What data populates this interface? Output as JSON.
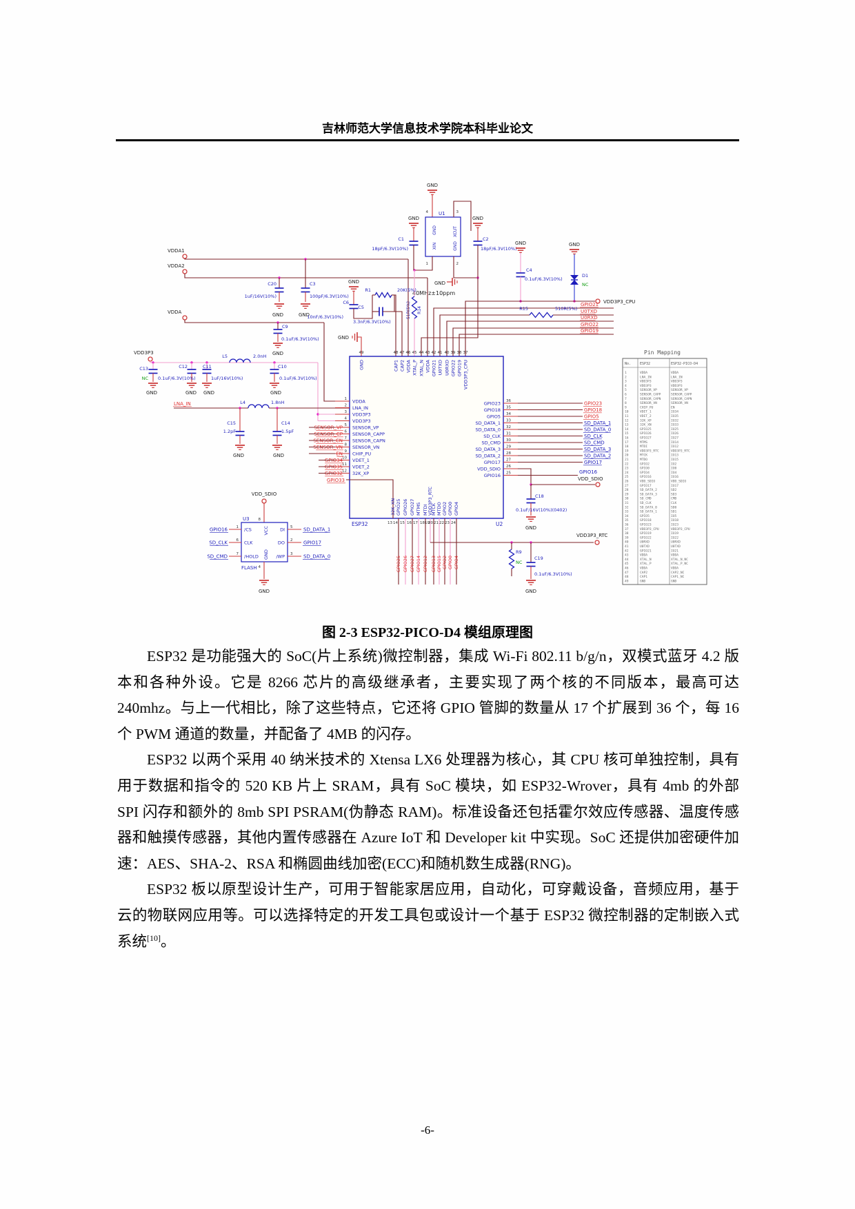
{
  "page": {
    "header_title": "吉林师范大学信息技术学院本科毕业论文",
    "page_number": "-6-"
  },
  "figure": {
    "caption": "图 2-3 ESP32-PICO-D4 模组原理图"
  },
  "paragraphs": [
    {
      "text": "ESP32 是功能强大的 SoC(片上系统)微控制器，集成 Wi-Fi 802.11 b/g/n，双模式蓝牙 4.2 版本和各种外设。它是 8266 芯片的高级继承者，主要实现了两个核的不同版本，最高可达 240mhz。与上一代相比，除了这些特点，它还将 GPIO 管脚的数量从 17 个扩展到 36 个，每 16 个 PWM 通道的数量，并配备了 4MB 的闪存。"
    },
    {
      "text": "ESP32 以两个采用 40 纳米技术的 Xtensa LX6 处理器为核心，其 CPU 核可单独控制，具有用于数据和指令的 520 KB 片上 SRAM，具有 SoC 模块，如 ESP32-Wrover，具有 4mb 的外部 SPI 闪存和额外的 8mb SPI PSRAM(伪静态 RAM)。标准设备还包括霍尔效应传感器、温度传感器和触摸传感器，其他内置传感器在 Azure IoT 和 Developer kit 中实现。SoC 还提供加密硬件加速：AES、SHA-2、RSA 和椭圆曲线加密(ECC)和随机数生成器(RNG)。"
    },
    {
      "text": "ESP32 板以原型设计生产，可用于智能家居应用，自动化，可穿戴设备，音频应用，基于云的物联网应用等。可以选择特定的开发工具包或设计一个基于 ESP32 微控制器的定制嵌入式系统",
      "ref": "[10]",
      "tail": "。"
    }
  ],
  "colors": {
    "wire": "#7d2228",
    "pink": "#f2a0ce",
    "stub": "#cc3a3a",
    "blue": "#1d1dbb",
    "red": "#e03030",
    "green": "#0d9b0d",
    "magenta": "#e520c8",
    "black": "#1d1d1d",
    "table": "#6a6a6a",
    "chip_fill": "#fffef9"
  },
  "schematic": {
    "gnd_label": "GND",
    "ports": [
      "VDDA1",
      "VDDA2",
      "VDDA",
      "VDD3P3",
      "VDD3P3_CPU",
      "VDD_SDIO",
      "VDD_SDIO",
      "VDD3P3_RTC"
    ],
    "net_lna": "LNA_IN",
    "bus_labels": [
      "GPIO21",
      "U0TXD",
      "U0RXD",
      "GPIO22",
      "GPIO19"
    ],
    "right_labels": [
      "GPIO23",
      "GPIO18",
      "GPIO5",
      "SD_DATA_1",
      "SD_DATA_0",
      "SD_CLK",
      "SD_CMD",
      "SD_DATA_3",
      "SD_DATA_2",
      "GPIO17",
      "GPIO16",
      "VDD_SDIO"
    ],
    "left_labels": [
      "SENSOR_VP",
      "SENSOR_CP",
      "SENSOR_CN",
      "SENSOR_VN",
      "EN",
      "GPIO34",
      "GPIO35",
      "GPIO32",
      "GPIO33"
    ],
    "bottom_labels": [
      "GPIO25",
      "GPIO26",
      "GPIO27",
      "GPIO14",
      "GPIO12",
      "GPIO13",
      "GPIO15",
      "GPIO2",
      "GPIO0",
      "GPIO4"
    ],
    "crystal": {
      "ref": "U1",
      "freq": "40MHz±10ppm",
      "pins": [
        {
          "n": 1,
          "name": "XIN"
        },
        {
          "n": 2,
          "name": "GND"
        },
        {
          "n": 3,
          "name": "XCUT"
        },
        {
          "n": 4,
          "name": "GND"
        }
      ]
    },
    "chip": {
      "ref": "U2",
      "name": "ESP32",
      "left_pins": [
        {
          "n": 1,
          "name": "VDDA"
        },
        {
          "n": 2,
          "name": "LNA_IN"
        },
        {
          "n": 3,
          "name": "VDD3P3"
        },
        {
          "n": 4,
          "name": "VDD3P3"
        },
        {
          "n": 5,
          "name": "SENSOR_VP"
        },
        {
          "n": 6,
          "name": "SENSOR_CAPP"
        },
        {
          "n": 7,
          "name": "SENSOR_CAPN"
        },
        {
          "n": 8,
          "name": "SENSOR_VN"
        },
        {
          "n": 9,
          "name": "CHIP_PU"
        },
        {
          "n": 10,
          "name": "VDET_1"
        },
        {
          "n": 11,
          "name": "VDET_2"
        },
        {
          "n": 12,
          "name": "32K_XP"
        }
      ],
      "top_pins": [
        {
          "n": 49,
          "name": "GND"
        },
        {
          "n": 48,
          "name": "CAP1"
        },
        {
          "n": 47,
          "name": "CAP2"
        },
        {
          "n": 46,
          "name": "VDDA"
        },
        {
          "n": 45,
          "name": "XTAL_P"
        },
        {
          "n": 44,
          "name": "XTAL_N"
        },
        {
          "n": 43,
          "name": "VDDA"
        },
        {
          "n": 42,
          "name": "GPIO21"
        },
        {
          "n": 41,
          "name": "U0TXD"
        },
        {
          "n": 40,
          "name": "U0RXD"
        },
        {
          "n": 39,
          "name": "GPIO22"
        },
        {
          "n": 38,
          "name": "GPIO19"
        },
        {
          "n": 37,
          "name": "VDD3P3_CPU"
        }
      ],
      "right_pins": [
        {
          "n": 36,
          "name": "GPIO23"
        },
        {
          "n": 35,
          "name": "GPIO18"
        },
        {
          "n": 34,
          "name": "GPIO5"
        },
        {
          "n": 33,
          "name": "SD_DATA_1"
        },
        {
          "n": 32,
          "name": "SD_DATA_0"
        },
        {
          "n": 31,
          "name": "SD_CLK"
        },
        {
          "n": 30,
          "name": "SD_CMD"
        },
        {
          "n": 29,
          "name": "SD_DATA_3"
        },
        {
          "n": 28,
          "name": "SD_DATA_2"
        },
        {
          "n": 27,
          "name": "GPIO17"
        },
        {
          "n": 26,
          "name": "VDD_SDIO"
        },
        {
          "n": 25,
          "name": "GPIO16"
        }
      ],
      "bottom_pins": [
        {
          "n": 13,
          "name": "32K_XN"
        },
        {
          "n": 14,
          "name": "GPIO25"
        },
        {
          "n": 15,
          "name": "GPIO26"
        },
        {
          "n": 16,
          "name": "GPIO27"
        },
        {
          "n": 17,
          "name": "MTMS"
        },
        {
          "n": 18,
          "name": "MTDI"
        },
        {
          "n": 19,
          "name": "VDD3P3_RTC"
        },
        {
          "n": 20,
          "name": "MTCK"
        },
        {
          "n": 21,
          "name": "MTDO"
        },
        {
          "n": 22,
          "name": "GPIO2"
        },
        {
          "n": 23,
          "name": "GPIO0"
        },
        {
          "n": 24,
          "name": "GPIO4"
        }
      ]
    },
    "flash": {
      "ref": "U3",
      "name": "FLASH",
      "left": [
        {
          "n": 1,
          "pin": "/CS",
          "net": "GPIO16"
        },
        {
          "n": 6,
          "pin": "CLK",
          "net": "SD_CLK"
        },
        {
          "n": 7,
          "pin": "/HOLD",
          "net": "SD_CMD"
        }
      ],
      "right": [
        {
          "n": 5,
          "pin": "DI",
          "net": "SD_DATA_1"
        },
        {
          "n": 2,
          "pin": "DO",
          "net": "GPIO17"
        },
        {
          "n": 3,
          "pin": "/WP",
          "net": "SD_DATA_0"
        }
      ],
      "top": {
        "n": 8,
        "pin": "VCC"
      },
      "bottom": {
        "n": 4,
        "pin": "GND"
      }
    },
    "components": [
      {
        "ref": "C1",
        "value": "18pF/6.3V(10%)"
      },
      {
        "ref": "C2",
        "value": "18pF/6.3V(10%)"
      },
      {
        "ref": "C4",
        "value": "0.1uF/6.3V(10%)"
      },
      {
        "ref": "C20",
        "value": "1uF/16V(10%)"
      },
      {
        "ref": "C3",
        "value": "100pF/6.3V(10%)"
      },
      {
        "ref": "C6",
        "value": "10nF/6.3V(10%)"
      },
      {
        "ref": "C5",
        "value": "3.3nF/6.3V(10%)"
      },
      {
        "ref": "R1",
        "value": "20K(5%)"
      },
      {
        "ref": "R14",
        "value": "51R(5%)"
      },
      {
        "ref": "R15",
        "value": "510R(5%)"
      },
      {
        "ref": "C9",
        "value": "0.1uF/6.3V(10%)"
      },
      {
        "ref": "C13",
        "value": "0.1uF/6.3V(10%)",
        "note": "NC"
      },
      {
        "ref": "C12",
        "value": ""
      },
      {
        "ref": "C11",
        "value": "1uF/16V(10%)"
      },
      {
        "ref": "C10",
        "value": "0.1uF/6.3V(10%)"
      },
      {
        "ref": "L5",
        "value": "2.0nH"
      },
      {
        "ref": "L4",
        "value": "1.8nH"
      },
      {
        "ref": "C15",
        "value": "1.2pF"
      },
      {
        "ref": "C14",
        "value": "1.5pF"
      },
      {
        "ref": "D1",
        "value": "NC"
      },
      {
        "ref": "C18",
        "value": "0.1uF/16V(10%)(0402)"
      },
      {
        "ref": "C19",
        "value": "0.1uF/6.3V(10%)"
      },
      {
        "ref": "R9",
        "value": "NC"
      }
    ],
    "pin_mapping": {
      "title": "Pin Mapping",
      "headers": [
        "No.",
        "ESP32",
        "ESP32-PICO-D4"
      ],
      "rows": [
        [
          1,
          "VDDA",
          "VDDA"
        ],
        [
          2,
          "LNA_IN",
          "LNA_IN"
        ],
        [
          3,
          "VDD3P3",
          "VDD3P3"
        ],
        [
          4,
          "VDD3P3",
          "VDD3P3"
        ],
        [
          5,
          "SENSOR_VP",
          "SENSOR_VP"
        ],
        [
          6,
          "SENSOR_CAPP",
          "SENSOR_CAPP"
        ],
        [
          7,
          "SENSOR_CAPN",
          "SENSOR_CAPN"
        ],
        [
          8,
          "SENSOR_VN",
          "SENSOR_VN"
        ],
        [
          9,
          "CHIP_PU",
          "EN"
        ],
        [
          10,
          "VDET_1",
          "IO34"
        ],
        [
          11,
          "VDET_2",
          "IO35"
        ],
        [
          12,
          "32K_XP",
          "IO32"
        ],
        [
          13,
          "32K_XN",
          "IO33"
        ],
        [
          14,
          "GPIO25",
          "IO25"
        ],
        [
          15,
          "GPIO26",
          "IO26"
        ],
        [
          16,
          "GPIO27",
          "IO27"
        ],
        [
          17,
          "MTMS",
          "IO14"
        ],
        [
          18,
          "MTDI",
          "IO12"
        ],
        [
          19,
          "VDD3P3_RTC",
          "VDD3P3_RTC"
        ],
        [
          20,
          "MTCK",
          "IO13"
        ],
        [
          21,
          "MTDO",
          "IO15"
        ],
        [
          22,
          "GPIO2",
          "IO2"
        ],
        [
          23,
          "GPIO0",
          "IO0"
        ],
        [
          24,
          "GPIO4",
          "IO4"
        ],
        [
          25,
          "GPIO16",
          "IO16"
        ],
        [
          26,
          "VDD_SDIO",
          "VDD_SDIO"
        ],
        [
          27,
          "GPIO17",
          "IO17"
        ],
        [
          28,
          "SD_DATA_2",
          "SD2"
        ],
        [
          29,
          "SD_DATA_3",
          "SD3"
        ],
        [
          30,
          "SD_CMD",
          "CMD"
        ],
        [
          31,
          "SD_CLK",
          "CLK"
        ],
        [
          32,
          "SD_DATA_0",
          "SD0"
        ],
        [
          33,
          "SD_DATA_1",
          "SD1"
        ],
        [
          34,
          "GPIO5",
          "IO5"
        ],
        [
          35,
          "GPIO18",
          "IO18"
        ],
        [
          36,
          "GPIO23",
          "IO23"
        ],
        [
          37,
          "VDD3P3_CPU",
          "VDD3P3_CPU"
        ],
        [
          38,
          "GPIO19",
          "IO19"
        ],
        [
          39,
          "GPIO22",
          "IO22"
        ],
        [
          40,
          "U0RXD",
          "U0RXD"
        ],
        [
          41,
          "U0TXD",
          "U0TXD"
        ],
        [
          42,
          "GPIO21",
          "IO21"
        ],
        [
          43,
          "VDDA",
          "VDDA"
        ],
        [
          44,
          "XTAL_N",
          "XTAL_N_NC"
        ],
        [
          45,
          "XTAL_P",
          "XTAL_P_NC"
        ],
        [
          46,
          "VDDA",
          "VDDA"
        ],
        [
          47,
          "CAP2",
          "CAP2_NC"
        ],
        [
          48,
          "CAP1",
          "CAP1_NC"
        ],
        [
          49,
          "GND",
          "GND"
        ]
      ]
    }
  }
}
